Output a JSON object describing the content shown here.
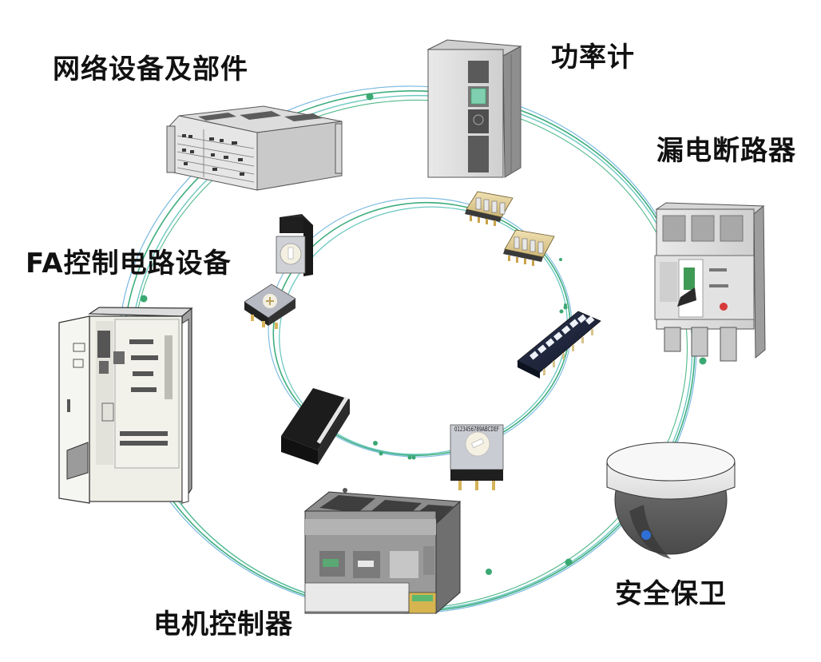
{
  "diagram": {
    "title_hidden": "",
    "theme_colors": {
      "ring_green": "#3fae7f",
      "ring_teal": "#6cc8c0",
      "ring_blue": "#78b8e0",
      "dot_green": "#3aa872",
      "label_text": "#111111"
    },
    "outer_ring": {
      "description": "Applications ring",
      "nodes": [
        {
          "id": "network",
          "label": "网络设备及部件",
          "icon": "network-rack-icon"
        },
        {
          "id": "power",
          "label": "功率计",
          "icon": "power-meter-icon"
        },
        {
          "id": "breaker",
          "label": "漏电断路器",
          "icon": "circuit-breaker-icon"
        },
        {
          "id": "security",
          "label": "安全保卫",
          "icon": "dome-camera-icon"
        },
        {
          "id": "motor",
          "label": "电机控制器",
          "icon": "plc-controller-icon"
        },
        {
          "id": "fa",
          "label": "FA控制电路设备",
          "icon": "control-cabinet-icon"
        }
      ]
    },
    "inner_ring": {
      "description": "Switch components ring",
      "components": [
        {
          "id": "rotary-tall",
          "icon": "rotary-switch-tall-icon"
        },
        {
          "id": "rotary-smd",
          "icon": "rotary-switch-smd-icon"
        },
        {
          "id": "dip-4pos-a",
          "icon": "dip-switch-4-icon"
        },
        {
          "id": "dip-4pos-b",
          "icon": "dip-switch-4-icon"
        },
        {
          "id": "dip-8pos",
          "icon": "dip-switch-8-icon"
        },
        {
          "id": "piano-dip",
          "icon": "piano-dip-switch-icon"
        },
        {
          "id": "rotary-hex",
          "icon": "rotary-hex-switch-icon",
          "dial_text": "0123456789ABCDEF"
        }
      ]
    }
  }
}
